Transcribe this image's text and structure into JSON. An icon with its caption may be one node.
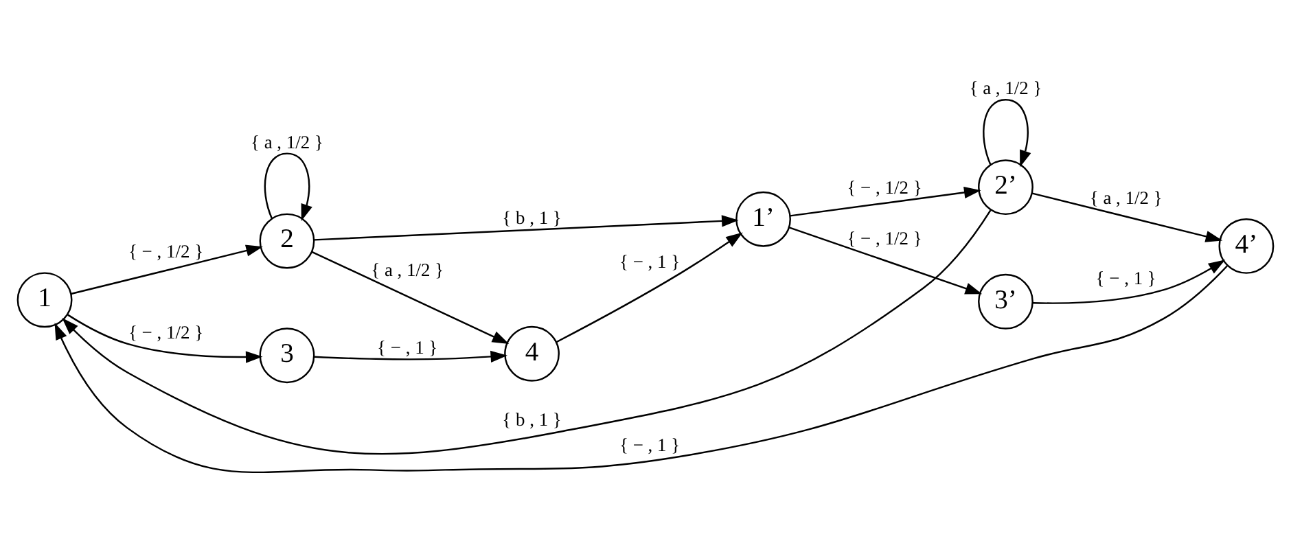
{
  "diagram": {
    "nodes": [
      {
        "text": [
          "1"
        ]
      },
      {
        "text": [
          "2"
        ]
      },
      {
        "text": [
          "3"
        ]
      },
      {
        "text": [
          "4"
        ]
      },
      {
        "text": [
          "1’"
        ]
      },
      {
        "text": [
          "2’"
        ]
      },
      {
        "text": [
          "3’"
        ]
      },
      {
        "text": [
          "4’"
        ]
      }
    ],
    "edges": [
      {
        "from": 0,
        "to": 1,
        "arrow": "to",
        "label": "{ − , 1/2 }"
      },
      {
        "from": 1,
        "to": 1,
        "arrow": "to",
        "label": "{ a , 1/2 }"
      },
      {
        "from": 0,
        "to": 2,
        "arrow": "to",
        "label": "{ − , 1/2 }"
      },
      {
        "from": 1,
        "to": 3,
        "arrow": "to",
        "label": "{ a , 1/2 }"
      },
      {
        "from": 2,
        "to": 3,
        "arrow": "to",
        "label": "{ − , 1 }"
      },
      {
        "from": 1,
        "to": 4,
        "arrow": "to",
        "label": "{ b , 1 }"
      },
      {
        "from": 3,
        "to": 4,
        "arrow": "to",
        "label": "{ − , 1 }"
      },
      {
        "from": 4,
        "to": 5,
        "arrow": "to",
        "label": "{ − , 1/2 }"
      },
      {
        "from": 5,
        "to": 5,
        "arrow": "to",
        "label": "{ a , 1/2 }"
      },
      {
        "from": 4,
        "to": 6,
        "arrow": "to",
        "label": "{ − , 1/2 }"
      },
      {
        "from": 5,
        "to": 7,
        "arrow": "to",
        "label": "{ a , 1/2 }"
      },
      {
        "from": 6,
        "to": 7,
        "arrow": "to",
        "label": "{ − , 1 }"
      },
      {
        "from": 5,
        "to": 0,
        "arrow": "to",
        "label": "{ b , 1 }"
      },
      {
        "from": 7,
        "to": 0,
        "arrow": "to",
        "label": "{ − , 1 }"
      }
    ]
  }
}
